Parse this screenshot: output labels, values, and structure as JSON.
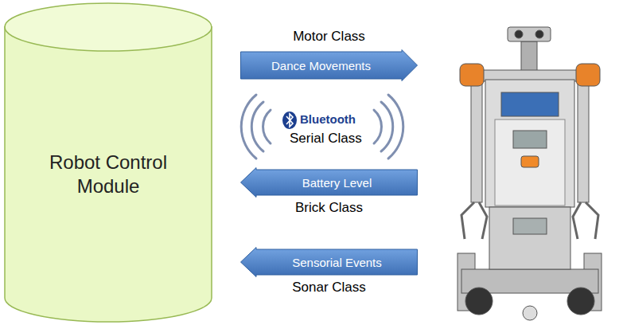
{
  "diagram": {
    "nodes": [
      {
        "text": [
          "Robot Control Module"
        ]
      },
      {
        "text": [
          "Motor Class",
          "Dance Movements"
        ]
      },
      {
        "text": [
          "Battery Level",
          "Brick Class"
        ]
      },
      {
        "text": [
          "Sensorial Events",
          "Sonar Class"
        ]
      }
    ],
    "labels": [
      "Bluetooth",
      "Serial Class"
    ]
  }
}
